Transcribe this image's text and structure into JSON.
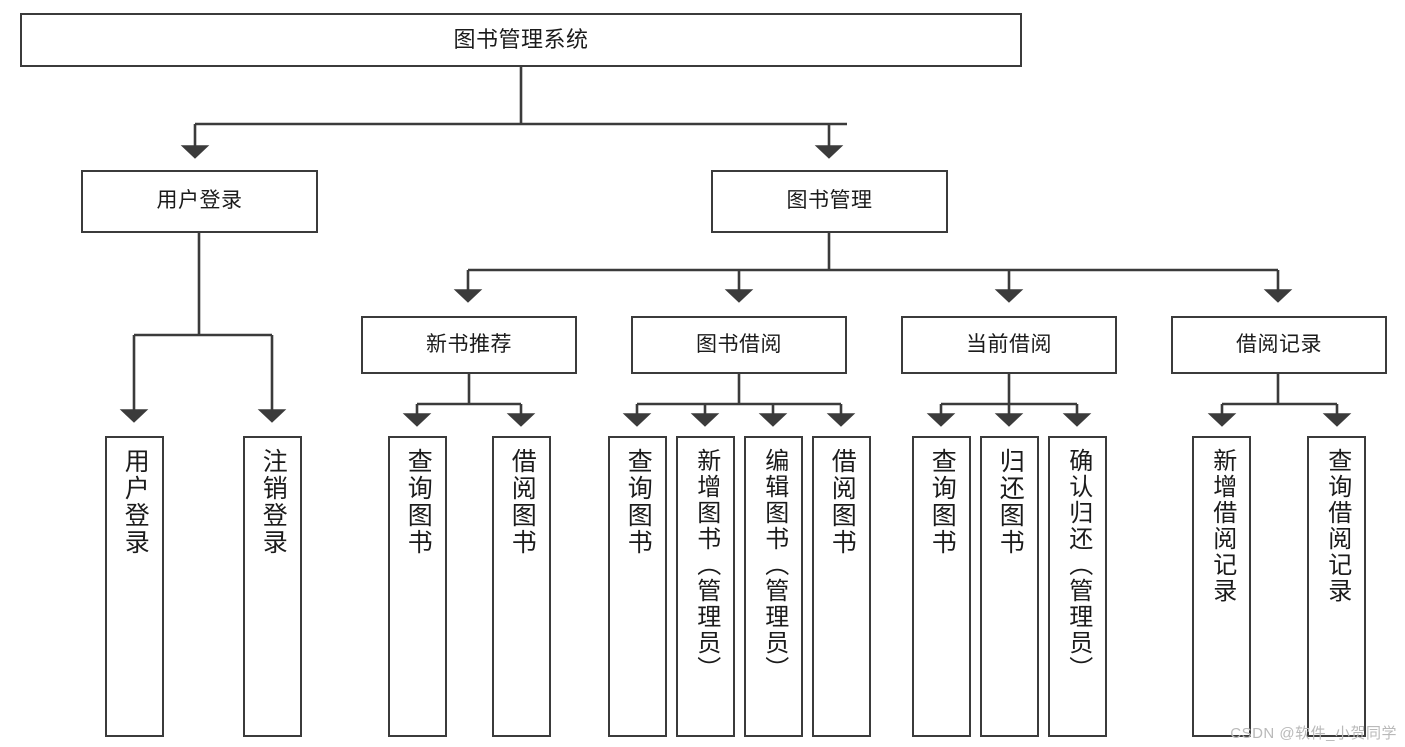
{
  "diagram": {
    "title": "图书管理系统",
    "type": "tree",
    "watermark": "CSDN @软件_小贺同学",
    "colors": {
      "box_border": "#3b3b3b",
      "box_fill": "#ffffff",
      "edge": "#3b3b3b",
      "text": "#1b1b1b",
      "watermark": "#b9b9b9",
      "background": "#ffffff"
    },
    "levels": {
      "root": {
        "label": "图书管理系统"
      },
      "level2": [
        {
          "label": "用户登录"
        },
        {
          "label": "图书管理"
        }
      ],
      "level3": [
        {
          "label": "新书推荐"
        },
        {
          "label": "图书借阅"
        },
        {
          "label": "当前借阅"
        },
        {
          "label": "借阅记录"
        }
      ],
      "level4": {
        "user_login": [
          {
            "label": "用户登录"
          },
          {
            "label": "注销登录"
          }
        ],
        "new_book_recommend": [
          {
            "label": "查询图书"
          },
          {
            "label": "借阅图书"
          }
        ],
        "book_borrow": [
          {
            "label": "查询图书"
          },
          {
            "label": "新增图书（管理员）"
          },
          {
            "label": "编辑图书（管理员）"
          },
          {
            "label": "借阅图书"
          }
        ],
        "current_borrow": [
          {
            "label": "查询图书"
          },
          {
            "label": "归还图书"
          },
          {
            "label": "确认归还（管理员）"
          }
        ],
        "borrow_record": [
          {
            "label": "新增借阅记录"
          },
          {
            "label": "查询借阅记录"
          }
        ]
      }
    }
  }
}
